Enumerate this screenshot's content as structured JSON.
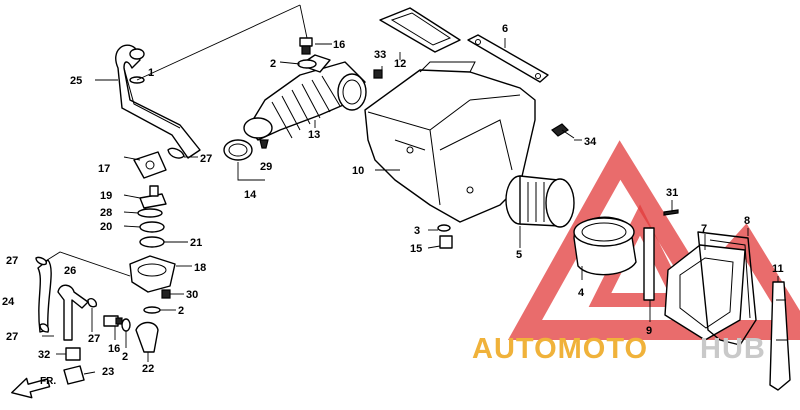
{
  "watermark": {
    "part1": "AUTOMOTO",
    "part2": "HUB",
    "color1": "#f0b23a",
    "color2": "#c9c9c9",
    "triangle_color": "#e23b3b"
  },
  "direction": "FR.",
  "labels": {
    "p1": "1",
    "p2a": "2",
    "p2b": "2",
    "p2c": "2",
    "p3": "3",
    "p4": "4",
    "p5": "5",
    "p6": "6",
    "p7": "7",
    "p8": "8",
    "p9": "9",
    "p10": "10",
    "p11": "11",
    "p12": "12",
    "p13": "13",
    "p14": "14",
    "p15": "15",
    "p16a": "16",
    "p16b": "16",
    "p17": "17",
    "p18": "18",
    "p19": "19",
    "p20": "20",
    "p21": "21",
    "p22": "22",
    "p23": "23",
    "p24": "24",
    "p25": "25",
    "p26": "26",
    "p27a": "27",
    "p27b": "27",
    "p27c": "27",
    "p27d": "27",
    "p28": "28",
    "p29": "29",
    "p30": "30",
    "p31": "31",
    "p32": "32",
    "p33": "33",
    "p34": "34"
  }
}
